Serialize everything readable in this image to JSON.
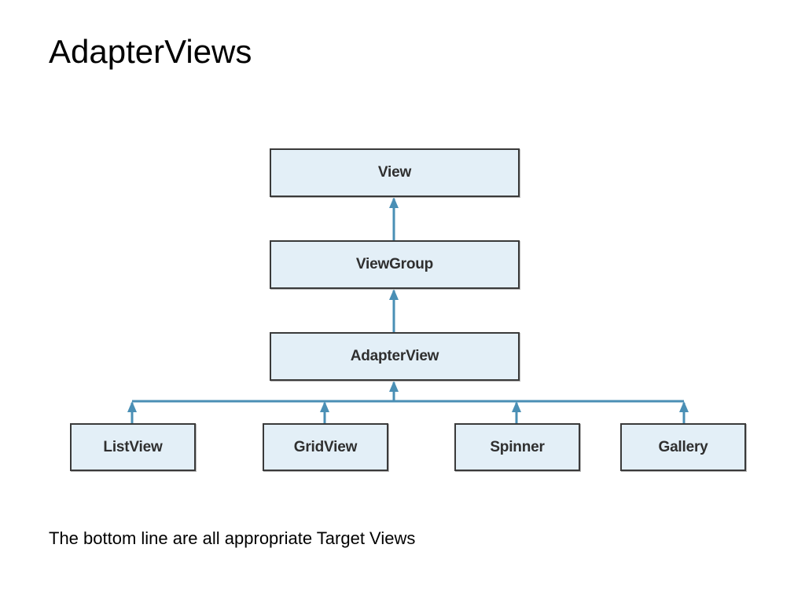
{
  "slide": {
    "title": "AdapterViews",
    "caption": "The bottom line are all appropriate Target Views"
  },
  "diagram": {
    "nodes": {
      "view": "View",
      "viewgroup": "ViewGroup",
      "adapterview": "AdapterView",
      "listview": "ListView",
      "gridview": "GridView",
      "spinner": "Spinner",
      "gallery": "Gallery"
    },
    "edges": [
      [
        "viewgroup",
        "view"
      ],
      [
        "adapterview",
        "viewgroup"
      ],
      [
        "listview",
        "adapterview"
      ],
      [
        "gridview",
        "adapterview"
      ],
      [
        "spinner",
        "adapterview"
      ],
      [
        "gallery",
        "adapterview"
      ]
    ],
    "colors": {
      "connector": "#4a8fb5",
      "box_fill": "#e3eff7",
      "box_border": "#3a3a3a"
    }
  }
}
